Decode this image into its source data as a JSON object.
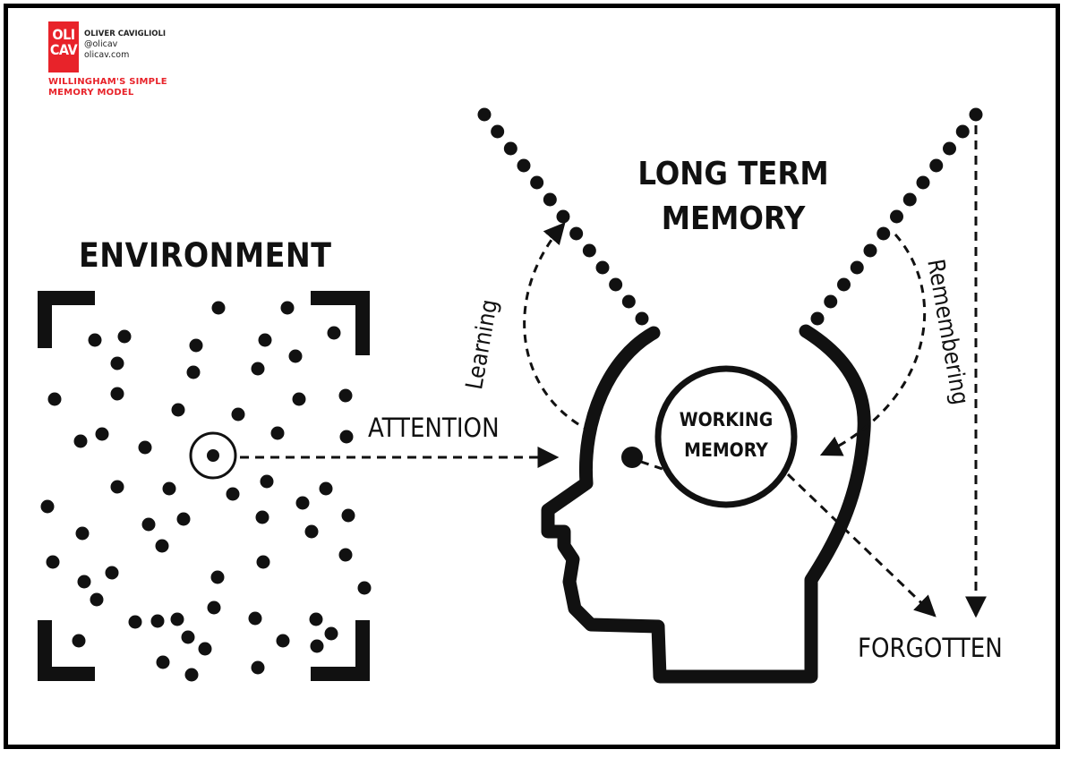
{
  "colors": {
    "accent": "#e8232a",
    "ink": "#111111",
    "background": "#ffffff"
  },
  "logo": {
    "line1": "OLI",
    "line2": "CAV"
  },
  "author": {
    "name": "OLIVER CAVIGLIOLI",
    "handle": "@olicav",
    "site": "olicav.com"
  },
  "subtitle": {
    "line1": "WILLINGHAM'S SIMPLE",
    "line2": "MEMORY MODEL"
  },
  "labels": {
    "environment": "ENVIRONMENT",
    "long_term_memory_line1": "LONG TERM",
    "long_term_memory_line2": "MEMORY",
    "attention": "ATTENTION",
    "working_memory_line1": "WORKING",
    "working_memory_line2": "MEMORY",
    "learning": "Learning",
    "remembering": "Remembering",
    "forgotten": "FORGOTTEN"
  },
  "icons": [
    "head-icon",
    "focus-target-icon"
  ]
}
